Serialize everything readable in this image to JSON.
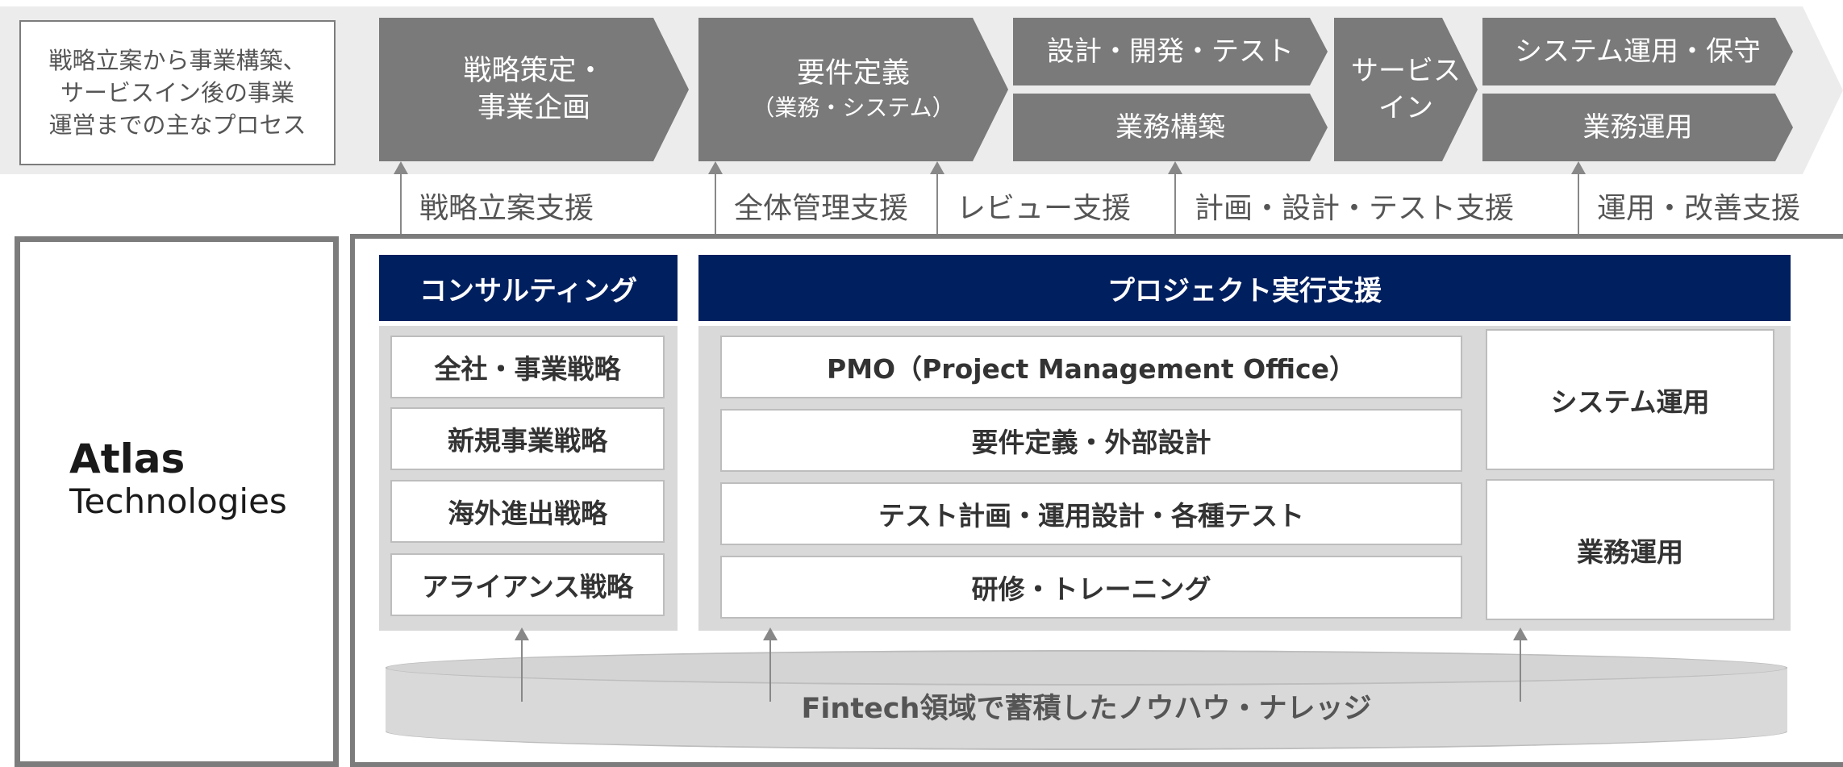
{
  "process": {
    "intro": "戦略立案から事業構築、\nサービスイン後の事業\n運営までの主なプロセス",
    "steps": {
      "strategy": "戦略策定・\n事業企画",
      "requirements_main": "要件定義",
      "requirements_sub": "（業務・システム）",
      "design_dev_test": "設計・開発・テスト",
      "business_build": "業務構築",
      "service_in": "サービス\nイン",
      "system_ops_maint": "システム運用・保守",
      "business_ops": "業務運用"
    }
  },
  "support": {
    "strategy": "戦略立案支援",
    "overall": "全体管理支援",
    "review": "レビュー支援",
    "plan_design_test": "計画・設計・テスト支援",
    "ops_improve": "運用・改善支援"
  },
  "company": {
    "name": "Atlas",
    "sub": "Technologies"
  },
  "consulting": {
    "header": "コンサルティング",
    "items": [
      "全社・事業戦略",
      "新規事業戦略",
      "海外進出戦略",
      "アライアンス戦略"
    ]
  },
  "project": {
    "header": "プロジェクト実行支援",
    "items": [
      "PMO（Project Management Office）",
      "要件定義・外部設計",
      "テスト計画・運用設計・各種テスト",
      "研修・トレーニング"
    ],
    "ops": [
      "システム運用",
      "業務運用"
    ]
  },
  "knowhow": "Fintech領域で蓄積したノウハウ・ナレッジ",
  "colors": {
    "navy": "#001f5f",
    "chevron": "#7a7a7a",
    "panel": "#d9d9d9"
  }
}
